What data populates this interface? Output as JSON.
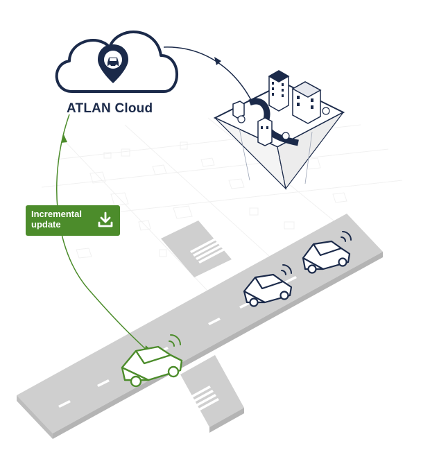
{
  "cloud": {
    "label": "ATLAN Cloud",
    "icon": "car-location-pin-icon"
  },
  "update_badge": {
    "label": "Incremental\nupdate",
    "icon": "download-icon"
  },
  "colors": {
    "navy": "#1b2a4a",
    "green": "#4c8c2b",
    "road": "#cfcfcf",
    "lane_marking": "#ffffff"
  },
  "vehicles": [
    {
      "name": "updated-car",
      "color": "green"
    },
    {
      "name": "connected-car-1",
      "color": "navy"
    },
    {
      "name": "connected-car-2",
      "color": "navy"
    }
  ]
}
